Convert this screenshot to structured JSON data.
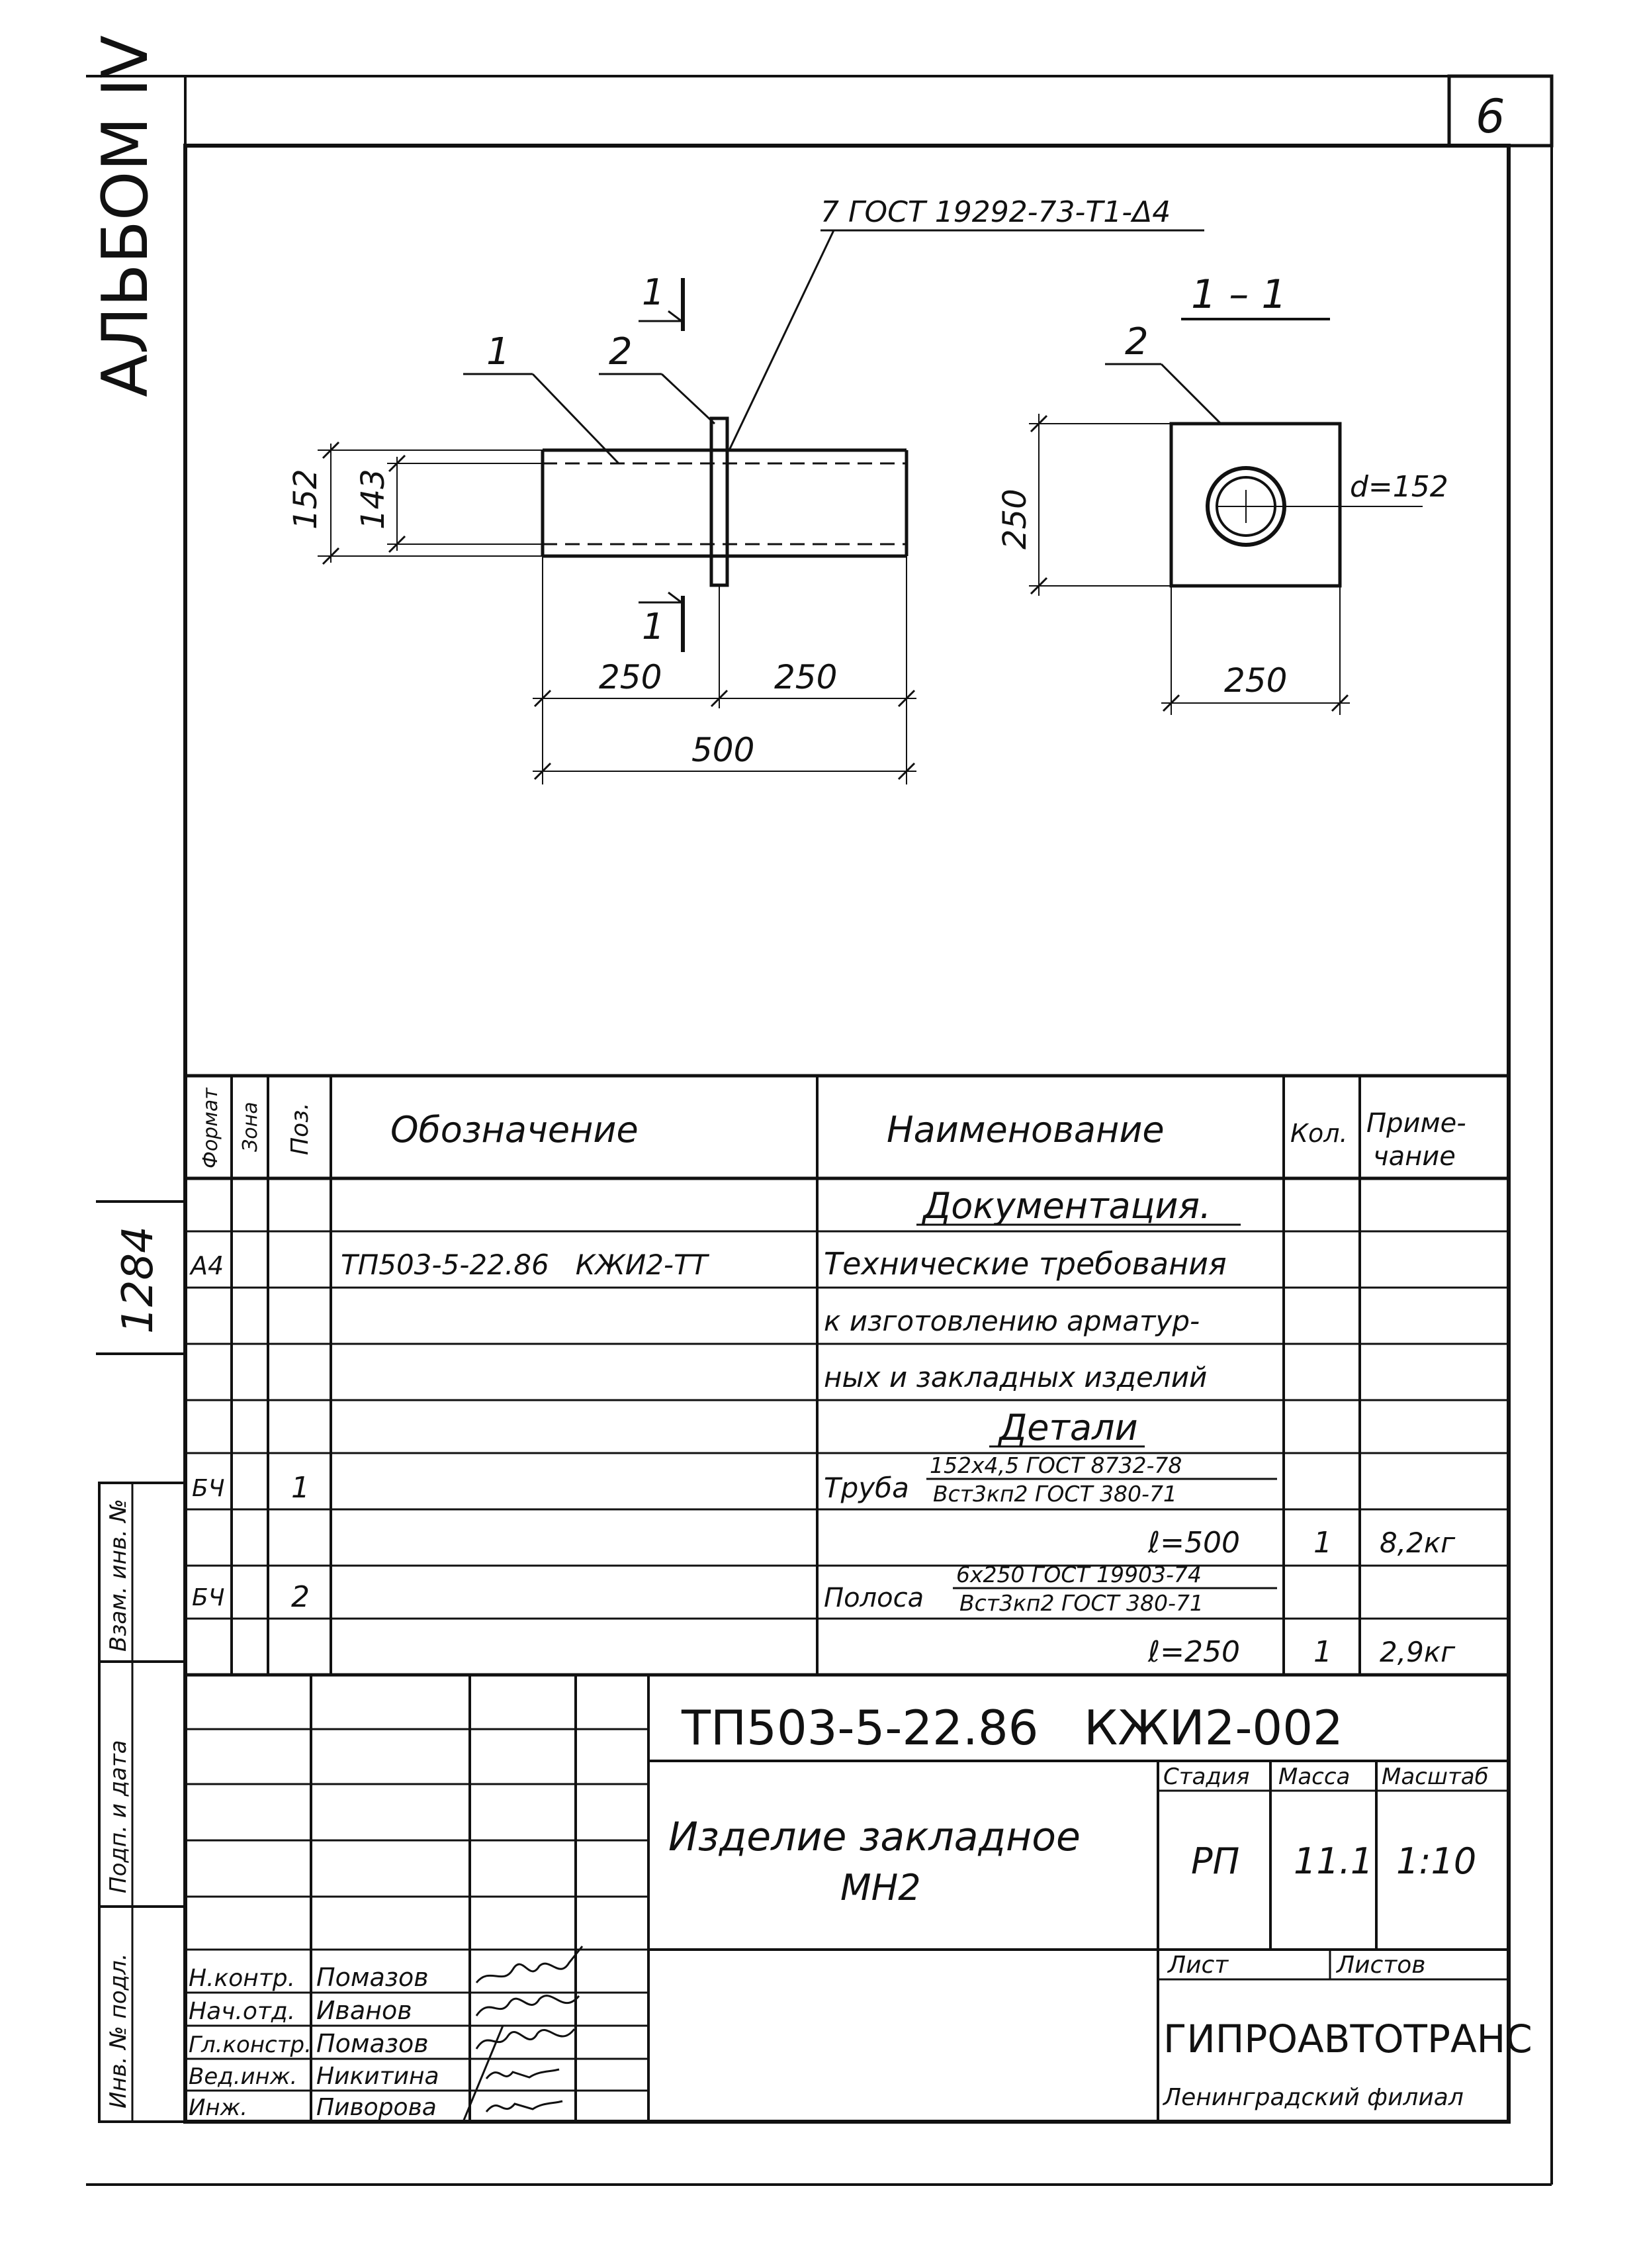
{
  "header": {
    "album": "АЛЬБОМ IV",
    "sheet_number": "6"
  },
  "left_margin": {
    "inventory_number": "1284",
    "stamps": [
      "Взам. инв. №",
      "Подп. и дата",
      "Инв. № подл."
    ]
  },
  "drawing": {
    "weld_note": "7 ГОСТ 19292-73-Т1-Δ4",
    "section_label": "1 – 1",
    "section_cut_label": "1",
    "position_1": "1",
    "position_2": "2",
    "position_2_section": "2",
    "dim_152": "152",
    "dim_143": "143",
    "dim_250_left": "250",
    "dim_250_right": "250",
    "dim_500": "500",
    "dim_250_section_height": "250",
    "dim_250_section_width": "250",
    "diameter_label": "d=152"
  },
  "spec_table": {
    "headers": {
      "format": "Формат",
      "zone": "Зона",
      "pos": "Поз.",
      "designation": "Обозначение",
      "name": "Наименование",
      "qty": "Кол.",
      "note_line1": "Приме-",
      "note_line2": "чание"
    },
    "section_documentation": "Документация.",
    "doc_format": "А4",
    "doc_designation": "ТП503-5-22.86   КЖИ2-ТТ",
    "doc_name_line1": "Технические требования",
    "doc_name_line2": "к изготовлению арматур-",
    "doc_name_line3": "ных и закладных изделий",
    "section_details": "Детали",
    "item1": {
      "format": "БЧ",
      "pos": "1",
      "name": "Труба",
      "spec_top": "152х4,5 ГОСТ 8732-78",
      "spec_bottom": "Вст3кп2 ГОСТ 380-71",
      "length": "ℓ=500",
      "qty": "1",
      "note": "8,2кг"
    },
    "item2": {
      "format": "БЧ",
      "pos": "2",
      "name": "Полоса",
      "spec_top": "6х250 ГОСТ 19903-74",
      "spec_bottom": "Вст3кп2 ГОСТ 380-71",
      "length": "ℓ=250",
      "qty": "1",
      "note": "2,9кг"
    }
  },
  "title_block": {
    "doc_code": "ТП503-5-22.86   КЖИ2-002",
    "title_line1": "Изделие закладное",
    "title_line2": "МН2",
    "stage_label": "Стадия",
    "mass_label": "Масса",
    "scale_label": "Масштаб",
    "stage": "РП",
    "mass": "11.1",
    "scale": "1:10",
    "sheet_label": "Лист",
    "sheets_label": "Листов",
    "org": "ГИПРОАВТОТРАНС",
    "org_branch": "Ленинградский филиал",
    "roles": [
      "Н.контр.",
      "Нач.отд.",
      "Гл.констр.",
      "Вед.инж.",
      "Инж."
    ],
    "names": [
      "Помазов",
      "Иванов",
      "Помазов",
      "Никитина",
      "Пиворова"
    ]
  }
}
